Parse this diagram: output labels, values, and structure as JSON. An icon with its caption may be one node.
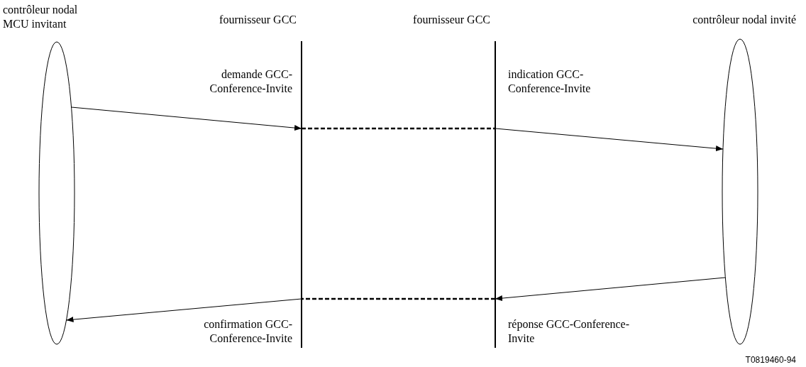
{
  "diagram": {
    "nodes": [
      {
        "text": [
          "contrôleur nodal MCU invitant"
        ]
      },
      {
        "text": [
          "fournisseur GCC"
        ]
      },
      {
        "text": [
          "fournisseur GCC"
        ]
      },
      {
        "text": [
          "contrôleur nodal invité"
        ]
      }
    ],
    "edges": [
      {
        "from": 0,
        "to": 1,
        "arrow": "to",
        "label": "demande GCC-Conference-Invite"
      },
      {
        "from": 1,
        "to": 2,
        "arrow": "none",
        "style": "dashed"
      },
      {
        "from": 2,
        "to": 3,
        "arrow": "to",
        "label": "indication GCC-Conference-Invite"
      },
      {
        "from": 3,
        "to": 2,
        "arrow": "to",
        "label": "réponse GCC-Conference-Invite"
      },
      {
        "from": 2,
        "to": 1,
        "arrow": "none",
        "style": "dashed"
      },
      {
        "from": 1,
        "to": 0,
        "arrow": "to",
        "label": "confirmation GCC-Conference-Invite"
      }
    ],
    "labels": [
      "T0819460-94"
    ]
  }
}
